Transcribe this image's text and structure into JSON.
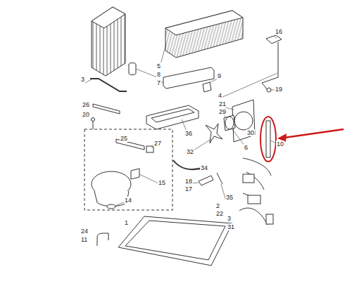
{
  "diagram": {
    "labels": [
      "16",
      "5",
      "8",
      "7",
      "3",
      "26",
      "20",
      "9",
      "4",
      "19",
      "21",
      "29",
      "30",
      "36",
      "32",
      "6",
      "10",
      "25",
      "27",
      "34",
      "15",
      "14",
      "18",
      "17",
      "35",
      "2",
      "22",
      "3",
      "31",
      "1",
      "24",
      "11"
    ]
  }
}
